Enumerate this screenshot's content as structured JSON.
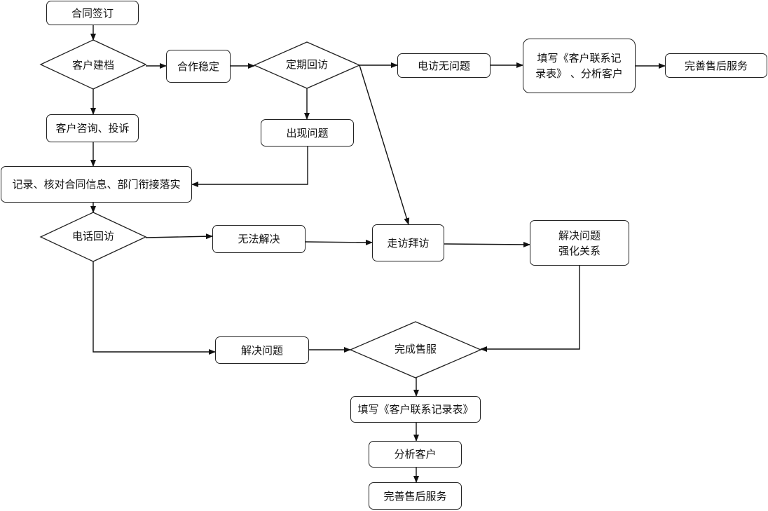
{
  "nodes": {
    "contract": "合同签订",
    "archive": "客户建档",
    "stable": "合作稳定",
    "regular_visit": "定期回访",
    "phone_ok": "电访无问题",
    "fill_form_top": "填写《客户联系记\n录表》 、分析客户",
    "perfect_top": "完善售后服务",
    "consult": "客户咨询、投诉",
    "problem": "出现问题",
    "record": "记录、核对合同信息、部门衔接落实",
    "phone_visit": "电话回访",
    "cannot_solve": "无法解决",
    "visit": "走访拜访",
    "solve_strengthen": "解决问题\n强化关系",
    "solve": "解决问题",
    "complete": "完成售服",
    "fill_form": "填写《客户联系记录表》",
    "analyze": "分析客户",
    "perfect": "完善售后服务"
  }
}
